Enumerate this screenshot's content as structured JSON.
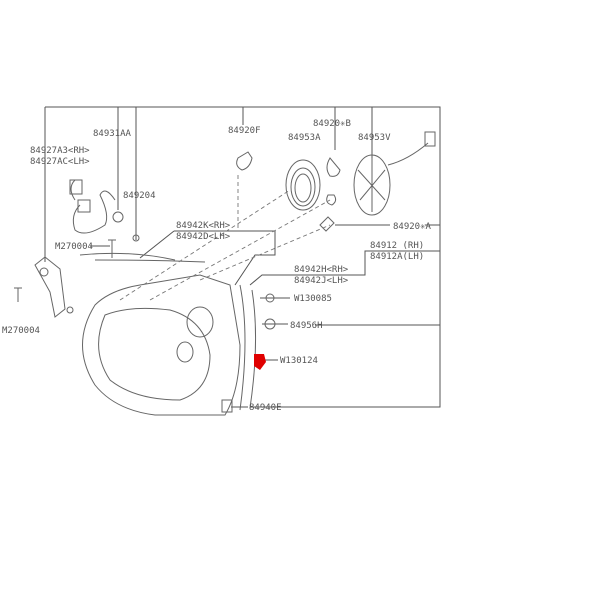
{
  "diagram": {
    "labels": {
      "p84931AA": "84931AA",
      "p84927A3": "84927A3<RH>",
      "p84927AC": "84927AC<LH>",
      "p849204": "849204",
      "p84920F": "84920F",
      "p84953A": "84953A",
      "p84920B": "84920✳B",
      "p84953V": "84953V",
      "p84942K": "84942K<RH>",
      "p84942D": "84942D<LH>",
      "pM270004a": "M270004",
      "pM270004b": "M270004",
      "p84920A": "84920✳A",
      "p84912": "84912 (RH)",
      "p84912A": "84912A(LH)",
      "p84942H": "84942H<RH>",
      "p84942J": "84942J<LH>",
      "pW130085": "W130085",
      "p84956H": "84956H",
      "pW130124": "W130124",
      "p84940E": "84940E"
    },
    "highlight_color": "#e00000"
  }
}
